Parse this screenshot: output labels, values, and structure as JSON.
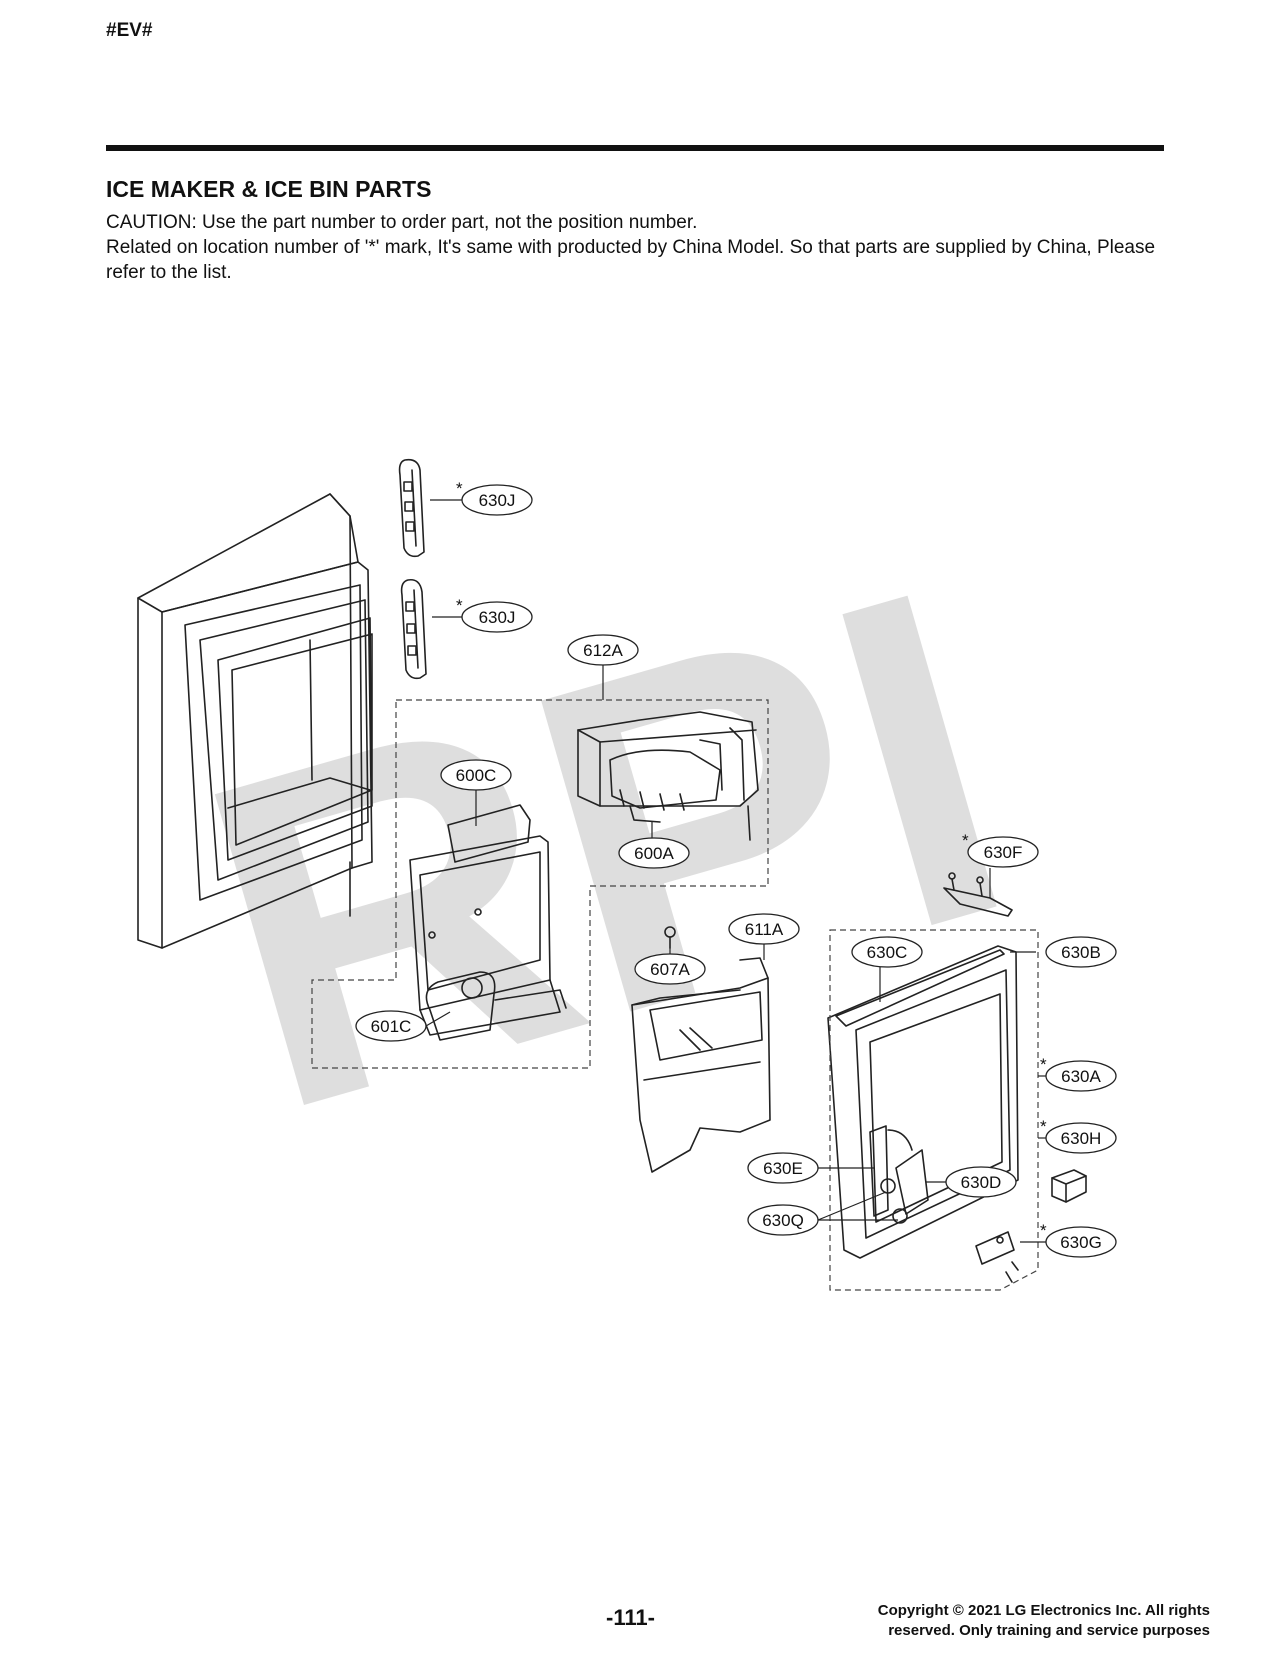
{
  "header": {
    "doc_tag": "#EV#"
  },
  "section": {
    "title": "ICE MAKER & ICE BIN PARTS",
    "caution": "CAUTION: Use the part number to order part, not the position number.",
    "note": "Related on location number of '*' mark, It's same with producted by China Model. So that parts are supplied by China, Please refer to the list."
  },
  "diagram": {
    "watermark": "RPI",
    "star_mark": "*",
    "callouts": {
      "c630j_1": "630J",
      "c630j_2": "630J",
      "c612a": "612A",
      "c600c": "600C",
      "c600a": "600A",
      "c630f": "630F",
      "c611a": "611A",
      "c607a": "607A",
      "c630c": "630C",
      "c630b": "630B",
      "c601c": "601C",
      "c630a": "630A",
      "c630h": "630H",
      "c630e": "630E",
      "c630d": "630D",
      "c630q": "630Q",
      "c630g": "630G"
    }
  },
  "footer": {
    "page_number": "-111-",
    "copyright_line1": "Copyright © 2021 LG Electronics Inc. All rights",
    "copyright_line2": "reserved. Only training and service purposes"
  }
}
